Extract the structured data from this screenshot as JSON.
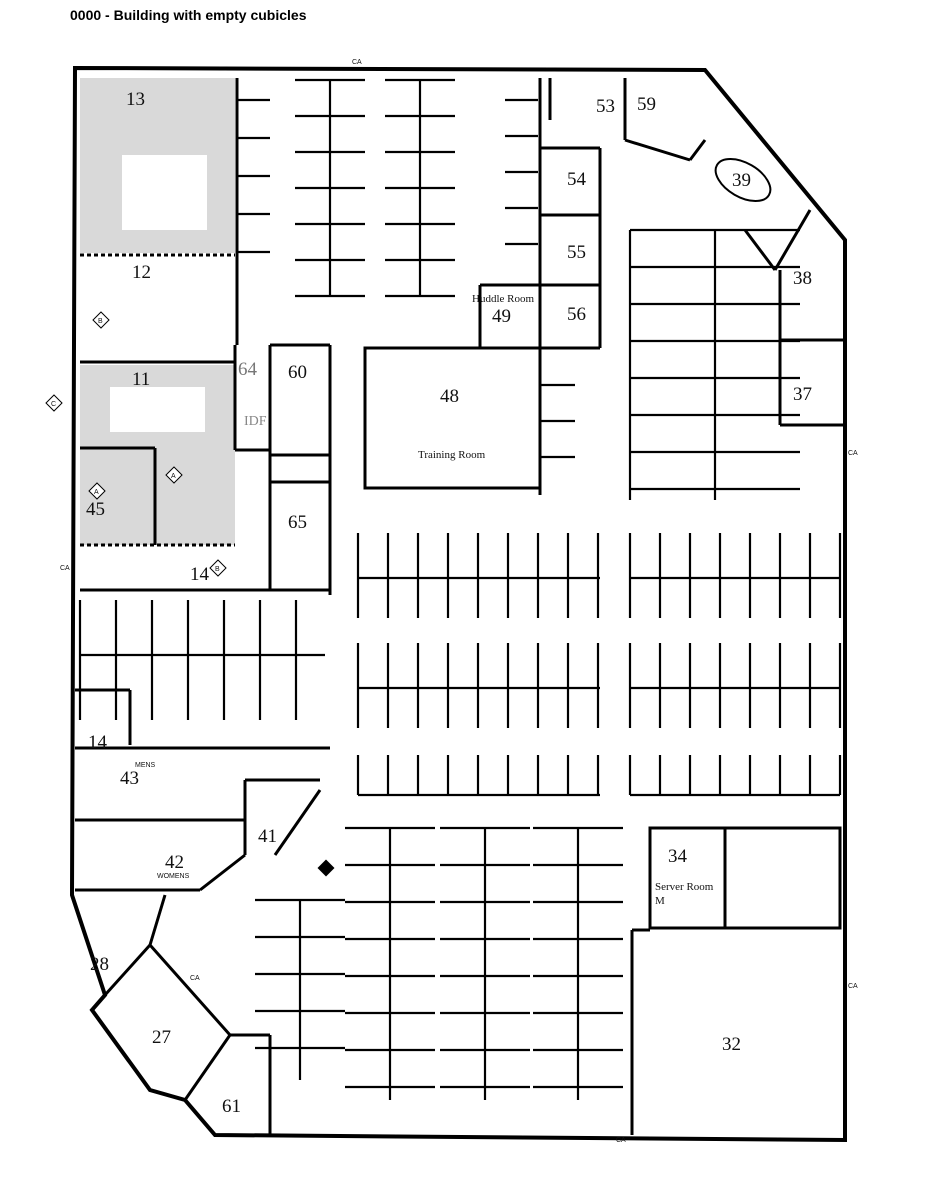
{
  "title": "0000 - Building with empty cubicles",
  "rooms": {
    "r13": "13",
    "r12": "12",
    "r11": "11",
    "r45": "45",
    "r14a": "14",
    "r14b": "14",
    "r53": "53",
    "r59": "59",
    "r54": "54",
    "r39": "39",
    "r55": "55",
    "r38": "38",
    "huddle": "Huddle Room",
    "r49": "49",
    "r56": "56",
    "r64": "64",
    "r60": "60",
    "idf": "IDF",
    "r48": "48",
    "training": "Training Room",
    "r37": "37",
    "r65": "65",
    "r43": "43",
    "mens": "MENS",
    "r41": "41",
    "r42": "42",
    "womens": "WOMENS",
    "r34": "34",
    "server": "Server Room",
    "m": "M",
    "r28": "28",
    "r27": "27",
    "r32": "32",
    "r61": "61"
  },
  "markers": {
    "ca": "CA",
    "diamond_b": "B",
    "diamond_c": "C",
    "diamond_a": "A"
  },
  "colors": {
    "wall": "#000000",
    "shaded_room": "#d9d9d9"
  }
}
